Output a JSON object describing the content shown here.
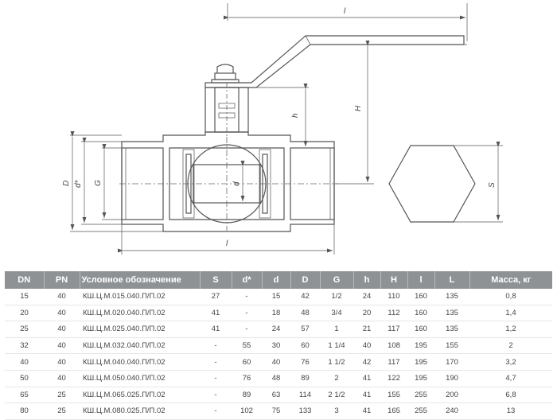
{
  "drawing": {
    "labels": {
      "l_top": "l",
      "l_bottom": "l",
      "H": "H",
      "h": "h",
      "D": "D",
      "d_star": "d*",
      "G": "G",
      "d": "d",
      "S": "S"
    }
  },
  "table": {
    "headers": [
      "DN",
      "PN",
      "Условное обозначение",
      "S",
      "d*",
      "d",
      "D",
      "G",
      "h",
      "H",
      "l",
      "L",
      "Масса, кг"
    ],
    "rows": [
      [
        "15",
        "40",
        "КШ.Ц.М.015.040.П/П.02",
        "27",
        "-",
        "15",
        "42",
        "1/2",
        "24",
        "110",
        "160",
        "135",
        "0,8"
      ],
      [
        "20",
        "40",
        "КШ.Ц.М.020.040.П/П.02",
        "41",
        "-",
        "18",
        "48",
        "3/4",
        "20",
        "112",
        "160",
        "135",
        "1,4"
      ],
      [
        "25",
        "40",
        "КШ.Ц.М.025.040.П/П.02",
        "41",
        "-",
        "24",
        "57",
        "1",
        "21",
        "117",
        "160",
        "135",
        "1,2"
      ],
      [
        "32",
        "40",
        "КШ.Ц.М.032.040.П/П.02",
        "-",
        "55",
        "30",
        "60",
        "1 1/4",
        "40",
        "108",
        "195",
        "155",
        "2"
      ],
      [
        "40",
        "40",
        "КШ.Ц.М.040.040.П/П.02",
        "-",
        "60",
        "40",
        "76",
        "1 1/2",
        "42",
        "117",
        "195",
        "170",
        "3,2"
      ],
      [
        "50",
        "40",
        "КШ.Ц.М.050.040.П/П.02",
        "-",
        "76",
        "48",
        "89",
        "2",
        "41",
        "122",
        "195",
        "190",
        "4,7"
      ],
      [
        "65",
        "25",
        "КШ.Ц.М.065.025.П/П.02",
        "-",
        "89",
        "63",
        "114",
        "2 1/2",
        "41",
        "155",
        "255",
        "200",
        "6,8"
      ],
      [
        "80",
        "25",
        "КШ.Ц.М.080.025.П/П.02",
        "-",
        "102",
        "75",
        "133",
        "3",
        "41",
        "165",
        "255",
        "240",
        "13"
      ]
    ]
  }
}
